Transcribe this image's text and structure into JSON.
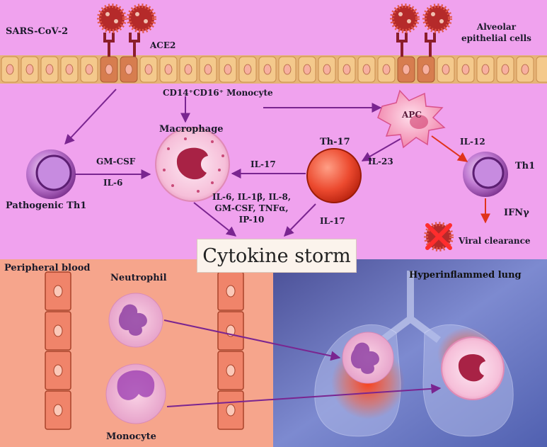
{
  "labels": {
    "virus": "SARS-CoV-2",
    "receptor": "ACE2",
    "epithelium": "Alveolar\nepithelial cells",
    "monocyte_type": "CD14⁺CD16⁺ Monocyte",
    "macrophage": "Macrophage",
    "apc": "APC",
    "pathogenic_th1": "Pathogenic Th1",
    "gmcsf": "GM-CSF",
    "il6": "IL-6",
    "il17_left": "IL-17",
    "th17": "Th-17",
    "il23": "IL-23",
    "il12": "IL-12",
    "th1": "Th1",
    "ifng": "IFNγ",
    "viral_clearance": "Viral clearance",
    "cytokines": "IL-6, IL-1β, IL-8,\nGM-CSF, TNFα,\nIP-10",
    "il17_right": "IL-17",
    "cytokine_storm": "Cytokine storm",
    "peripheral_blood": "Peripheral blood",
    "neutrophil": "Neutrophil",
    "monocyte": "Monocyte",
    "hyperinflamed_lung": "Hyperinflammed lung"
  },
  "colors": {
    "background": "#f0a2ee",
    "arrow_purple": "#7a2590",
    "arrow_red": "#e0331b",
    "epithelial_cell": "#f4c98c",
    "infected_cell": "#d77d4f",
    "virus": "#b52a2a",
    "blood_panel": "#f6a58c",
    "lung_panel": "#5c6ab8"
  }
}
